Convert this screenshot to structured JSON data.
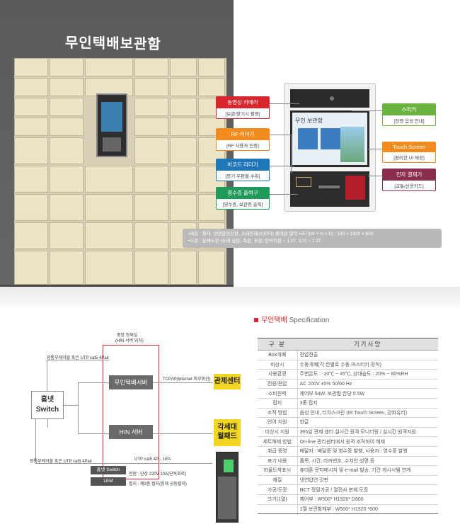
{
  "hero": {
    "locker_title": "무인택배보관함",
    "callouts": {
      "camera": {
        "head": "동영상 카메라",
        "body": "[보관/찾기시 촬영]",
        "color": "#d9262c"
      },
      "rf": {
        "head": "RF 리더기",
        "body": "[RF 사용자 인증]",
        "color": "#f28c1e"
      },
      "barcode": {
        "head": "바코드 리더기",
        "body": "[등기 우편물 수취]",
        "color": "#1f76b8"
      },
      "receipt": {
        "head": "영수증 출력구",
        "body": "[영수증, 보관증 출력]",
        "color": "#1f9a5a"
      },
      "speaker": {
        "head": "스피커",
        "body": "[진행 음성 안내]",
        "color": "#6ab33f"
      },
      "touch": {
        "head": "Touch Screen",
        "body": "[편리한 UI 제공]",
        "color": "#f28c1e"
      },
      "payment": {
        "head": "전자 결제기",
        "body": "[교통/신용카드]",
        "color": "#8a2d4e"
      }
    },
    "screen_title": "무인 보관함",
    "spec_line1": "•재질 : 철재, 냉연압연강판, 스테인레스(바닥) 폴데상 합의        •크기(W × H × D) : 530 × 1920 × 600",
    "spec_line2": "•도장 : 분체도장   •두께 상판, 측판, 후판, 칸막이판 ~ 1.0T, 도어 ~ 1.2T"
  },
  "diagram": {
    "center_label": "중앙 방재실",
    "center_sub": "(H/N 서버 위치)",
    "utp_top": "광통부케이블 혹은 UTP cat5 4Pair",
    "hub": "홈넷",
    "hub_sub": "Switch",
    "server1": "무인택배서버",
    "server2": "H/N 서버",
    "tcp": "TCP/IP(Internet 외부회선)",
    "control": "관제센터",
    "wallpad_1": "각세대",
    "wallpad_2": "월패드",
    "utp_bottom": "광통부케이블 혹은 UTP cat5 4Pair",
    "utp_right": "UTP cat5 4P→1EA",
    "homenet_switch": "홈넷 Switch",
    "led": "LEM",
    "power": "전원 : 단상 220V 10A(단독회로)",
    "ground": "접지 : 제3종 접지(함체 공동접지)"
  },
  "spec": {
    "title": "무인택배",
    "title_en": "Specification",
    "col_key": "구 분",
    "col_val": "기기사양",
    "rows": [
      {
        "k": "Box개폐",
        "v": "전압전출"
      },
      {
        "k": "비상시",
        "v": "수동개폐(각 칸별로 수동 마스터키 장착)"
      },
      {
        "k": "사용환경",
        "v": "주변온도 : -10℃ ~ 45℃,       상대습도 : 20% ~ 80%RH"
      },
      {
        "k": "전원/전압",
        "v": "AC 200V   ±5% 50/60   Hz"
      },
      {
        "k": "소비전력",
        "v": "제어부  54W,  보관함  칸당  0.5W"
      },
      {
        "k": "접지",
        "v": "3종 접지"
      },
      {
        "k": "조작 방법",
        "v": "음성 안내, 터치스크린 (IR Touch Screen, 강화유리)"
      },
      {
        "k": "언어 지원",
        "v": "한글"
      },
      {
        "k": "비상시 지원",
        "v": "365일 관제 센터 실시간 원격 모니터링 / 실시간 원격지원"
      },
      {
        "k": "세트해제 방법",
        "v": "On-line 관리센터에서 원격 조작하여 해제"
      },
      {
        "k": "취급 증명",
        "v": "배달자 : 배달증 및 영수증 발행, 사용자 : 영수증 발행"
      },
      {
        "k": "표기 내용",
        "v": "품목, 시간, 라커번호, 수치인 성명 등"
      },
      {
        "k": "화물도착표시",
        "v": "휴대폰 문자메시지 및 e-mail 발송, 기간 게시시템 연계"
      },
      {
        "k": "재질",
        "v": "냉연압연 강판"
      },
      {
        "k": "가공/도장",
        "v": "NCT 정밀가공 / 열전사 분체 도장"
      },
      {
        "k": "크기(1열)",
        "v": "제어부 : W500* H1920* D600"
      },
      {
        "k": "",
        "v": "1열 보관함제부 : W500* H1920 *600"
      }
    ]
  }
}
